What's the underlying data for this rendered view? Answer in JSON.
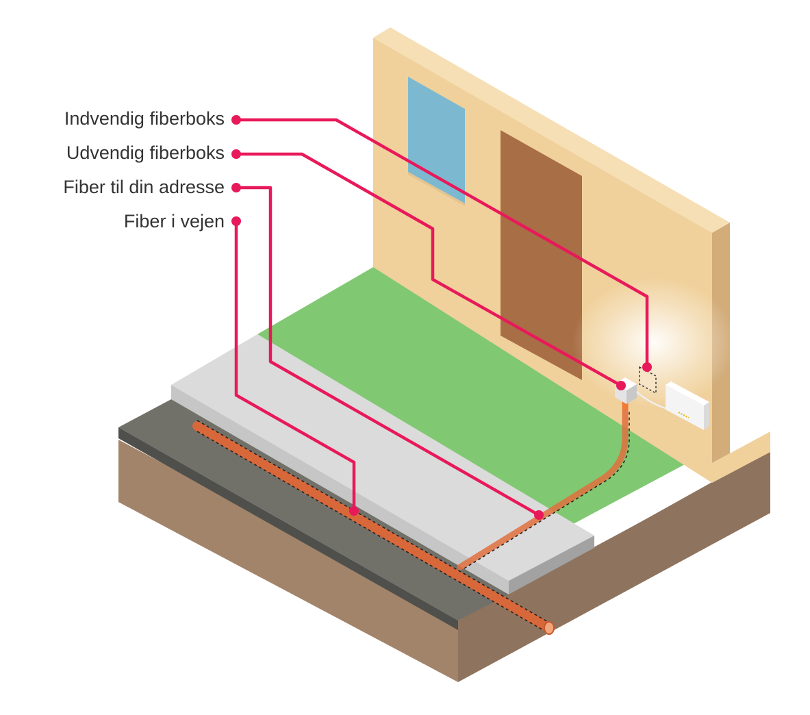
{
  "labels": [
    "Indvendig fiberboks",
    "Udvendig fiberboks",
    "Fiber til din adresse",
    "Fiber i vejen"
  ],
  "colors": {
    "callout": "#E8195A",
    "wall_front": "#F0D19C",
    "wall_side": "#D8B27E",
    "wall_top": "#F6DEB2",
    "window": "#7CB9D1",
    "door": "#A86E45",
    "lawn": "#82C873",
    "sidewalk": "#DADADA",
    "road": "#707069",
    "soil": "#9E8169",
    "fiber": "#E0703E"
  }
}
